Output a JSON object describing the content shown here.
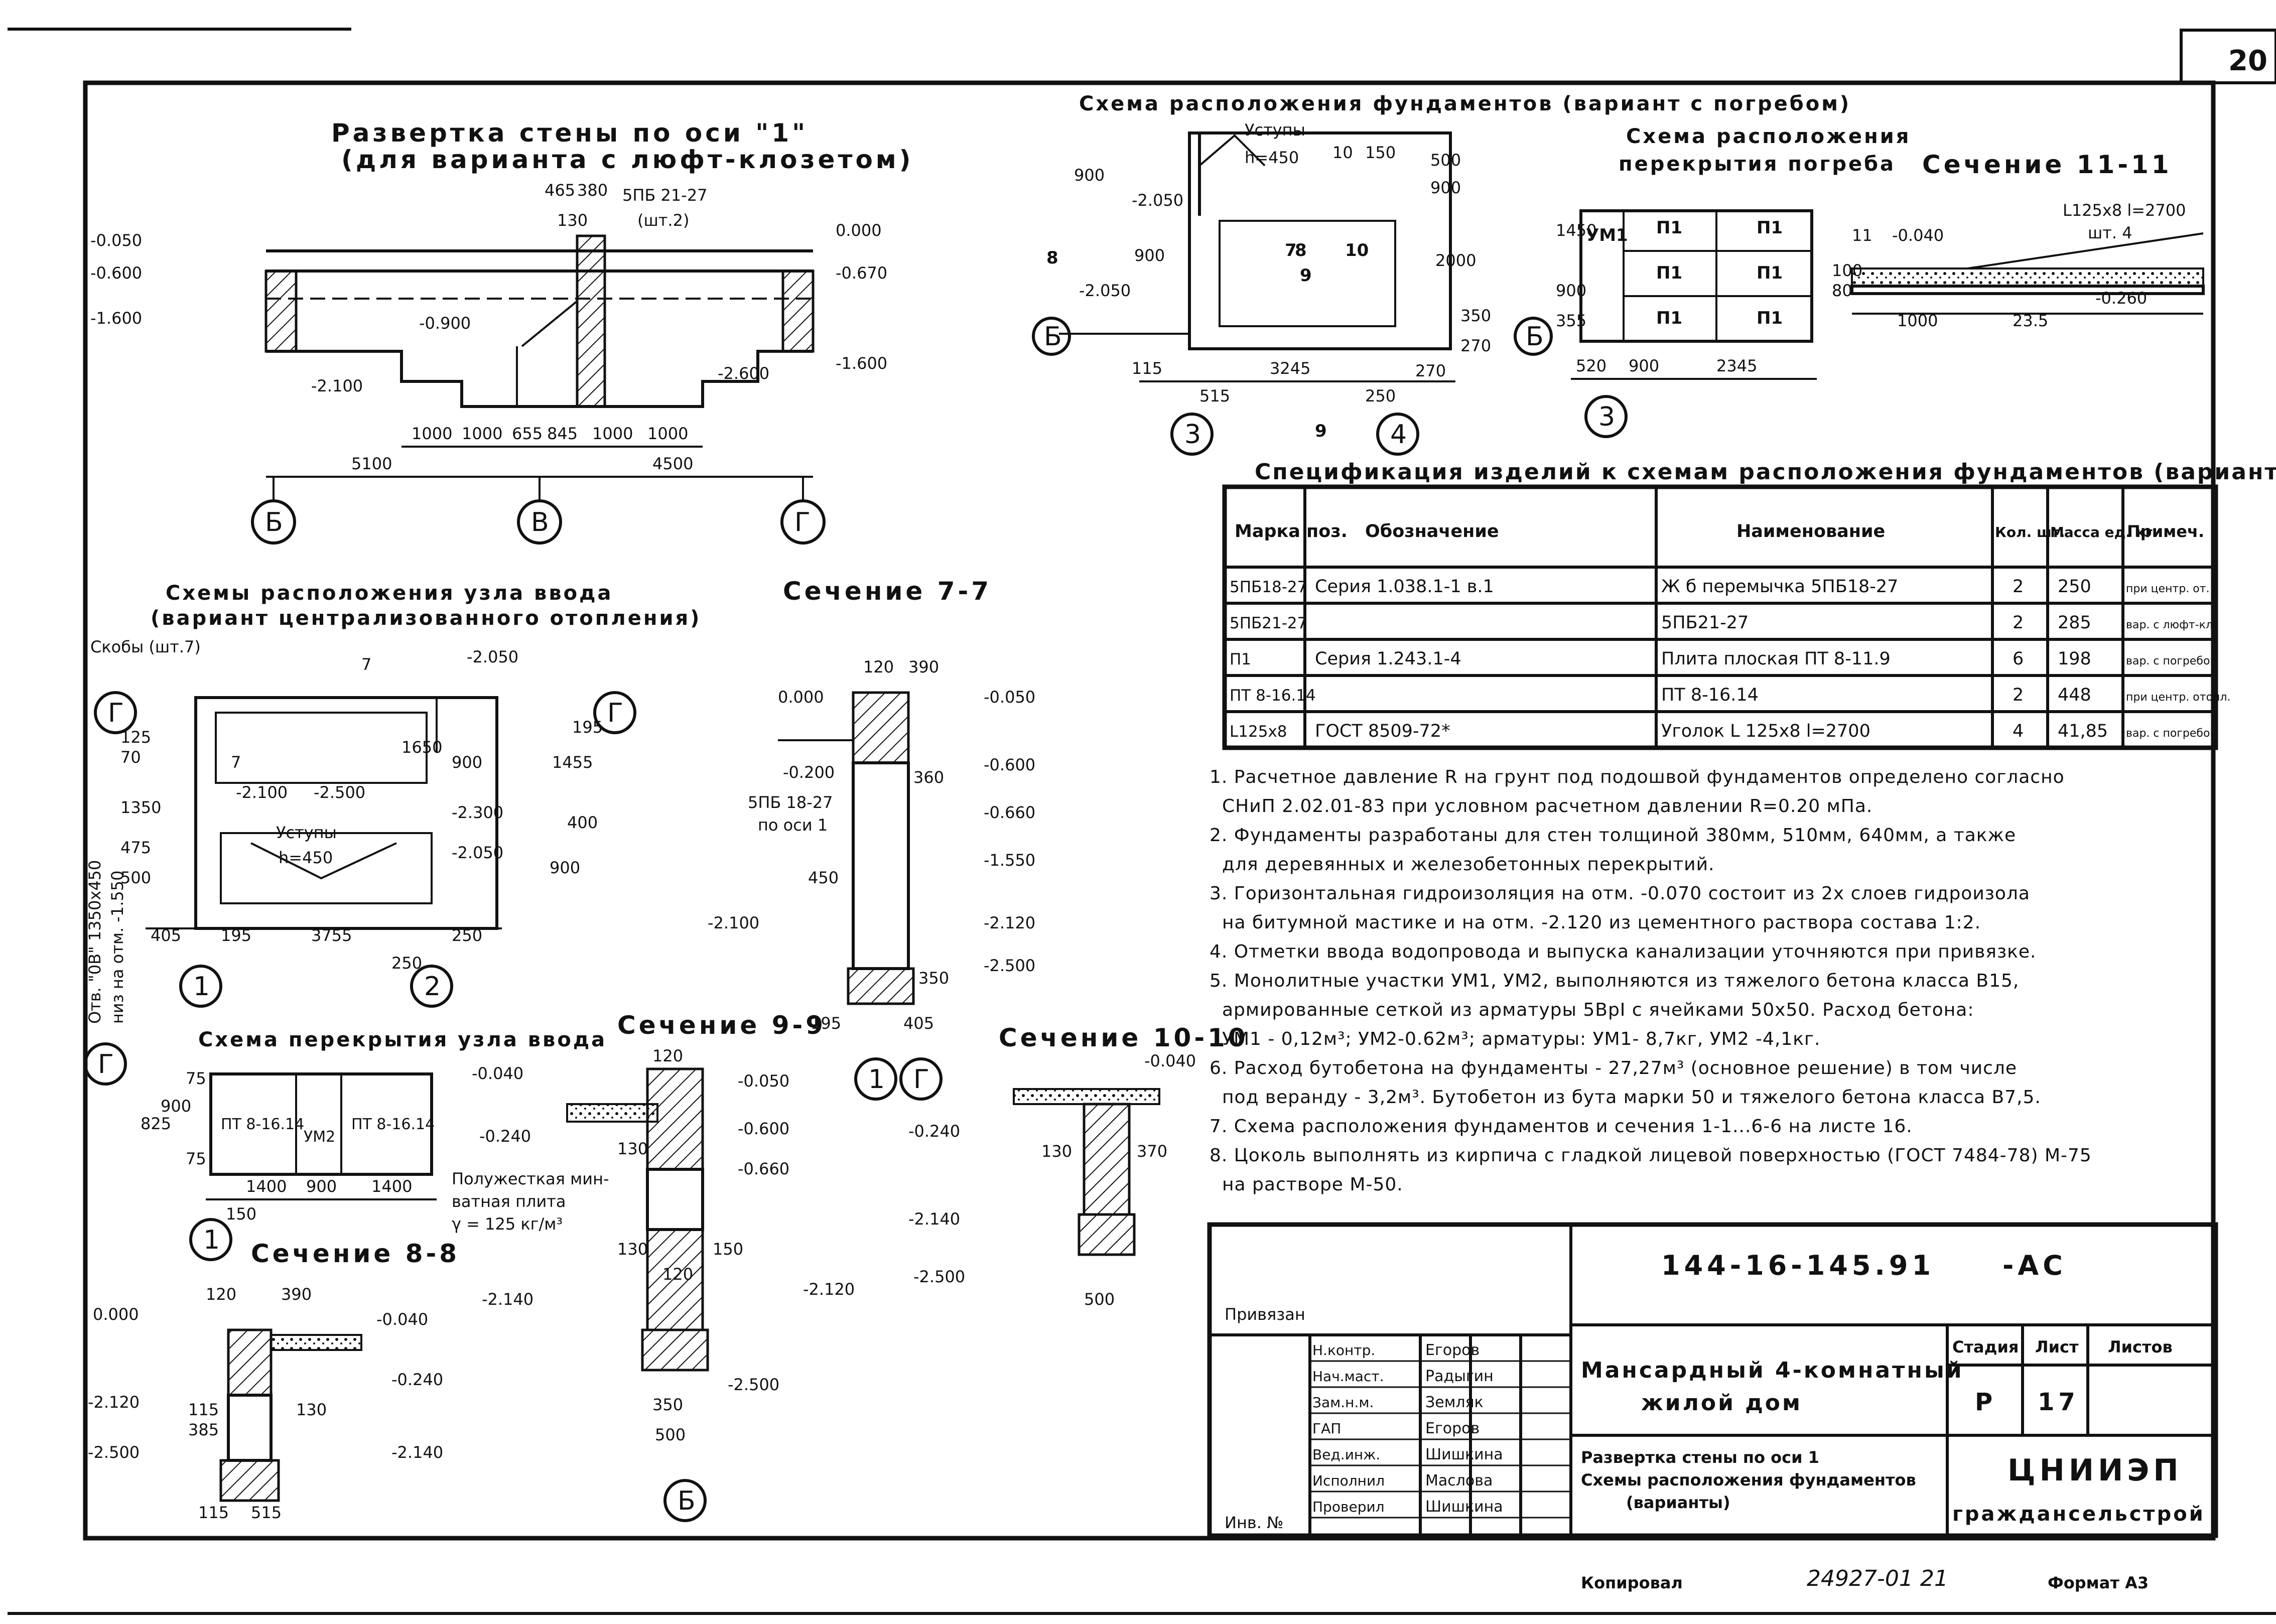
{
  "sheet_number": "20",
  "title_wall": [
    "Развертка стены по оси \"1\"",
    "(для варианта с люфт-клозетом)"
  ],
  "title_foundation": "Схема расположения фундаментов (вариант с погребом)",
  "title_cellar": [
    "Схема расположения",
    "перекрытия погреба"
  ],
  "title_sec11": "Сечение 11-11",
  "title_entry": [
    "Схемы расположения узла ввода",
    "(вариант централизованного отопления)"
  ],
  "title_sec7": "Сечение 7-7",
  "title_entry_slab": "Схема перекрытия узла ввода",
  "title_sec9": "Сечение 9-9",
  "title_sec10": "Сечение 10-10",
  "title_sec8": "Сечение 8-8",
  "axes": [
    "Б",
    "В",
    "Г",
    "1",
    "2",
    "3",
    "4",
    "9"
  ],
  "wall": {
    "levels": [
      "-0.050",
      "-0.600",
      "-1.600",
      "0.000",
      "-0.670",
      "-1.600",
      "-0.900",
      "-2.100",
      "-2.600"
    ],
    "dims_top": [
      "465",
      "380",
      "130"
    ],
    "beam_label": [
      "5ПБ 21-27",
      "(шт.2)"
    ],
    "dims_bottom": [
      "1000",
      "1000",
      "655",
      "845",
      "1000",
      "1000"
    ],
    "dims_total": [
      "5100",
      "4500"
    ]
  },
  "foundation": {
    "labels": [
      "Уступы",
      "h=450"
    ],
    "dims": [
      "900",
      "-2.050",
      "10",
      "150",
      "500",
      "900",
      "2000",
      "350",
      "270",
      "900",
      "-2.050",
      "115",
      "3245",
      "515",
      "250",
      "270"
    ],
    "markers": [
      "8",
      "7",
      "8",
      "9",
      "10",
      "9"
    ]
  },
  "cellar": {
    "slabs": [
      "УМ1",
      "П1",
      "П1",
      "П1",
      "П1",
      "П1",
      "П1"
    ],
    "dims": [
      "1450",
      "900",
      "355",
      "520",
      "900",
      "2345"
    ]
  },
  "sec11": {
    "levels": [
      "-0.040",
      "-0.260"
    ],
    "labels": [
      "L125x8  l=2700",
      "шт. 4",
      "1000",
      "23.5",
      "100",
      "80",
      "11"
    ]
  },
  "entry": {
    "labels": [
      "Скобы (шт.7)",
      "-2.050",
      "7",
      "7",
      "-2.100",
      "-2.500",
      "900",
      "-2.300",
      "Уступы",
      "h=450",
      "-2.050",
      "1455",
      "400",
      "900",
      "195",
      "1650"
    ],
    "dims": [
      "405",
      "195",
      "3755",
      "250",
      "250"
    ],
    "left_text": [
      "Отв. \"0В\" 1350х450",
      "низ на отм. -1.550"
    ],
    "left_dims": [
      "1350",
      "125",
      "70",
      "475",
      "500"
    ]
  },
  "sec7": {
    "levels": [
      "0.000",
      "-0.050",
      "-0.200",
      "-0.600",
      "-0.660",
      "-1.550",
      "-2.100",
      "-2.120",
      "-2.500"
    ],
    "labels": [
      "5ПБ 18-27",
      "по оси 1",
      "120",
      "390",
      "360",
      "450",
      "350",
      "195",
      "405"
    ]
  },
  "entry_slab": {
    "slabs": [
      "ПТ 8-16.14",
      "УМ2",
      "ПТ 8-16.14"
    ],
    "dims": [
      "1400",
      "900",
      "1400",
      "150",
      "825",
      "900",
      "75",
      "75"
    ]
  },
  "sec9": {
    "levels": [
      "-0.040",
      "-0.240",
      "-0.050",
      "-0.600",
      "-0.660",
      "-2.140",
      "-2.120",
      "-2.500"
    ],
    "labels": [
      "Полужесткая мин-",
      "ватная плита",
      "γ = 125 кг/м³",
      "120",
      "130",
      "130",
      "150",
      "120",
      "350",
      "500"
    ]
  },
  "sec10": {
    "levels": [
      "-0.040",
      "-0.240",
      "-2.140",
      "-2.500"
    ],
    "labels": [
      "130",
      "370",
      "500"
    ]
  },
  "sec8": {
    "levels": [
      "0.000",
      "-0.040",
      "-0.240",
      "-2.120",
      "-2.500",
      "-2.140"
    ],
    "labels": [
      "120",
      "390",
      "115",
      "385",
      "130",
      "115",
      "515"
    ]
  },
  "spec": {
    "title": "Спецификация изделий к схемам расположения фундаментов (варианты)",
    "headers": [
      "Марка поз.",
      "Обозначение",
      "Наименование",
      "Кол. шт.",
      "Масса ед. кг.",
      "Примеч."
    ],
    "rows": [
      [
        "5ПБ18-27",
        "Серия 1.038.1-1  в.1",
        "Ж б перемычка   5ПБ18-27",
        "2",
        "250",
        "при центр. от."
      ],
      [
        "5ПБ21-27",
        "",
        "5ПБ21-27",
        "2",
        "285",
        "вар. с люфт-кл."
      ],
      [
        "П1",
        "Серия 1.243.1-4",
        "Плита плоская   ПТ 8-11.9",
        "6",
        "198",
        "вар. с погребом"
      ],
      [
        "ПТ 8-16.14",
        "",
        "ПТ 8-16.14",
        "2",
        "448",
        "при центр. отопл."
      ],
      [
        "L125x8",
        "ГОСТ 8509-72*",
        "Уголок   L 125x8  l=2700",
        "4",
        "41,85",
        "вар. с погребом"
      ]
    ]
  },
  "notes": [
    "1. Расчетное давление R на грунт под подошвой фундаментов определено согласно",
    "СНиП 2.02.01-83 при условном расчетном давлении R=0.20 мПа.",
    "2. Фундаменты разработаны для стен толщиной 380мм, 510мм, 640мм, а также",
    "для деревянных и железобетонных перекрытий.",
    "3. Горизонтальная гидроизоляция на отм. -0.070 состоит из 2х слоев гидроизола",
    "на битумной мастике и на отм. -2.120 из цементного раствора состава 1:2.",
    "4. Отметки ввода водопровода и выпуска канализации уточняются при привязке.",
    "5. Монолитные участки УМ1, УМ2,      выполняются из тяжелого бетона класса В15,",
    "армированные сеткой из арматуры 5ВрI с ячейками 50х50. Расход бетона:",
    "УМ1 - 0,12м³; УМ2-0.62м³; арматуры: УМ1- 8,7кг, УМ2 -4,1кг.",
    "6. Расход бутобетона на фундаменты - 27,27м³ (основное решение) в том числе",
    "под веранду - 3,2м³. Бутобетон из бута марки 50 и тяжелого бетона класса В7,5.",
    "7. Схема расположения фундаментов и сечения 1-1...6-6 на листе 16.",
    "8. Цоколь выполнять из кирпича с гладкой лицевой поверхностью (ГОСТ 7484-78) М-75",
    "на растворе М-50."
  ],
  "stamp": {
    "code": "144-16-145.91",
    "suffix": "-АС",
    "project": [
      "Мансардный 4-комнатный",
      "жилой дом"
    ],
    "sheet_desc": [
      "Развертка стены по оси 1",
      "Схемы расположения фундаментов",
      "(варианты)"
    ],
    "stage_h": "Стадия",
    "sheet_h": "Лист",
    "sheets_h": "Листов",
    "stage": "Р",
    "sheet": "17",
    "org": [
      "ЦНИИЭП",
      "граждансельстрой"
    ],
    "roles": [
      "Н.контр.",
      "Нач.маст.",
      "Зам.н.м.",
      "ГАП",
      "Вед.инж.",
      "Исполнил",
      "Проверил"
    ],
    "names": [
      "Егоров",
      "Радыгин",
      "Земляк",
      "Егоров",
      "Шишкина",
      "Маслова",
      "Шишкина"
    ],
    "attached": "Привязан",
    "inv": "Инв. №"
  },
  "footer": {
    "copied": "Копировал",
    "doc": "24927-01  21",
    "format": "Формат А3"
  }
}
